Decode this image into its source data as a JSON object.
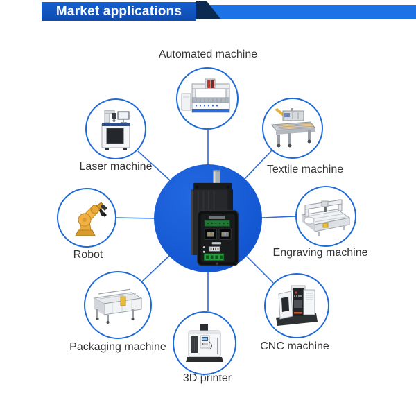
{
  "banner": {
    "title": "Market applications",
    "colors": {
      "plate": "#1253bd",
      "ribbon": "#1b73e6",
      "fold": "#0a2a52",
      "text": "#ffffff"
    }
  },
  "diagram": {
    "hub_circle_color": "#1659d4",
    "connector_color": "#2e6bd6",
    "bubble_border_color": "#1e6ad8",
    "hub_icon": "integrated-stepper-motor-drive-illustration"
  },
  "nodes": [
    {
      "id": "automated-machine",
      "label": "Automated machine",
      "icon": "cnc-router-illustration",
      "position": "top"
    },
    {
      "id": "laser-machine",
      "label": "Laser machine",
      "icon": "laser-marking-machine-illustration",
      "position": "upper-left"
    },
    {
      "id": "textile-machine",
      "label": "Textile machine",
      "icon": "textile-machine-illustration",
      "position": "upper-right"
    },
    {
      "id": "robot",
      "label": "Robot",
      "icon": "robot-arm-illustration",
      "position": "left"
    },
    {
      "id": "engraving-machine",
      "label": "Engraving machine",
      "icon": "engraving-machine-illustration",
      "position": "right"
    },
    {
      "id": "packaging-machine",
      "label": "Packaging machine",
      "icon": "packaging-machine-illustration",
      "position": "lower-left"
    },
    {
      "id": "cnc-machine",
      "label": "CNC machine",
      "icon": "cnc-machining-center-illustration",
      "position": "lower-right"
    },
    {
      "id": "3d-printer",
      "label": "3D printer",
      "icon": "printer-3d-illustration",
      "position": "bottom"
    }
  ]
}
